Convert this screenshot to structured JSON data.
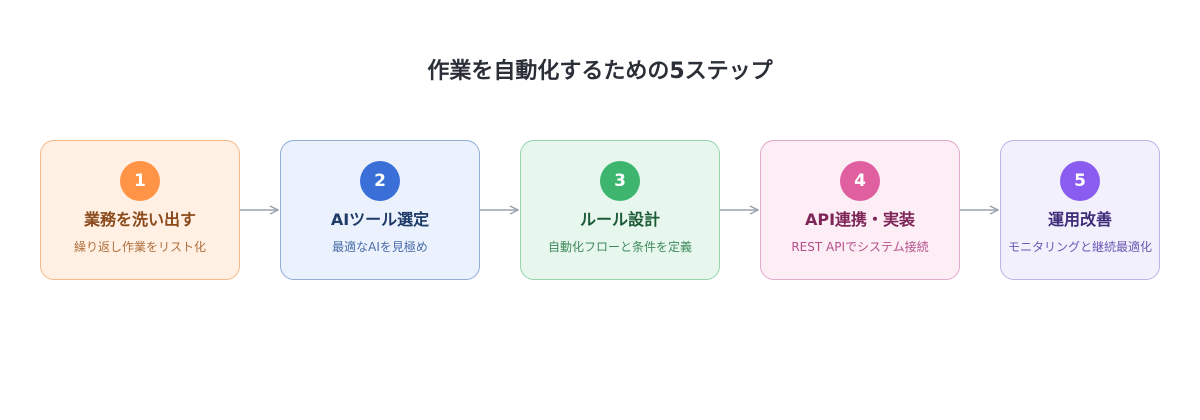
{
  "title": "作業を自動化するための5ステップ",
  "steps": [
    {
      "number": "1",
      "title": "業務を洗い出す",
      "subtitle": "繰り返し作業をリスト化",
      "colors": {
        "bg": "#fff0e3",
        "border": "#f6bb8a",
        "badge": "#ff9447",
        "title": "#8a4a1c",
        "sub": "#b0703d"
      }
    },
    {
      "number": "2",
      "title": "AIツール選定",
      "subtitle": "最適なAIを見極め",
      "colors": {
        "bg": "#ebf2fd",
        "border": "#8fadd6",
        "badge": "#3a6fd8",
        "title": "#1e3a66",
        "sub": "#4a6ca8"
      }
    },
    {
      "number": "3",
      "title": "ルール設計",
      "subtitle": "自動化フローと条件を定義",
      "colors": {
        "bg": "#e8f7ee",
        "border": "#96d4ac",
        "badge": "#3db56e",
        "title": "#1d5b36",
        "sub": "#3e8a5c"
      }
    },
    {
      "number": "4",
      "title": "API連携・実装",
      "subtitle": "REST APIでシステム接続",
      "colors": {
        "bg": "#fdeef6",
        "border": "#e0a8c9",
        "badge": "#e0609f",
        "title": "#7e2657",
        "sub": "#b5508a"
      }
    },
    {
      "number": "5",
      "title": "運用改善",
      "subtitle": "モニタリングと継続最適化",
      "colors": {
        "bg": "#f2f0fd",
        "border": "#bbb3e6",
        "badge": "#8a5cef",
        "title": "#3f2d79",
        "sub": "#6b58b3"
      }
    }
  ],
  "arrow_color": "#9aa3b2"
}
